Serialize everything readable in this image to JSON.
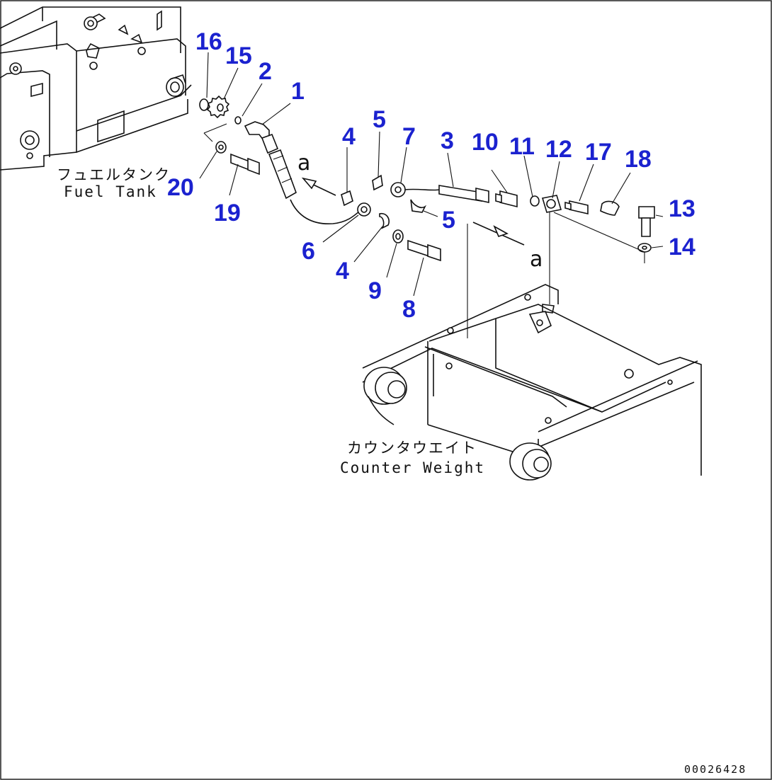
{
  "diagram": {
    "part_numbers": [
      "1",
      "2",
      "3",
      "4",
      "4",
      "5",
      "5",
      "6",
      "7",
      "8",
      "9",
      "10",
      "11",
      "12",
      "13",
      "14",
      "15",
      "16",
      "17",
      "18",
      "19",
      "20"
    ],
    "labels": {
      "fuel_tank_jp": "フュエルタンク",
      "fuel_tank_en": "Fuel Tank",
      "counter_weight_jp": "カウンタウエイト",
      "counter_weight_en": "Counter Weight",
      "view_a_top": "a",
      "view_a_bottom": "a"
    },
    "drawing_code": "00026428",
    "colors": {
      "callout": "#1b22cf",
      "line": "#111111",
      "background": "#ffffff"
    }
  }
}
